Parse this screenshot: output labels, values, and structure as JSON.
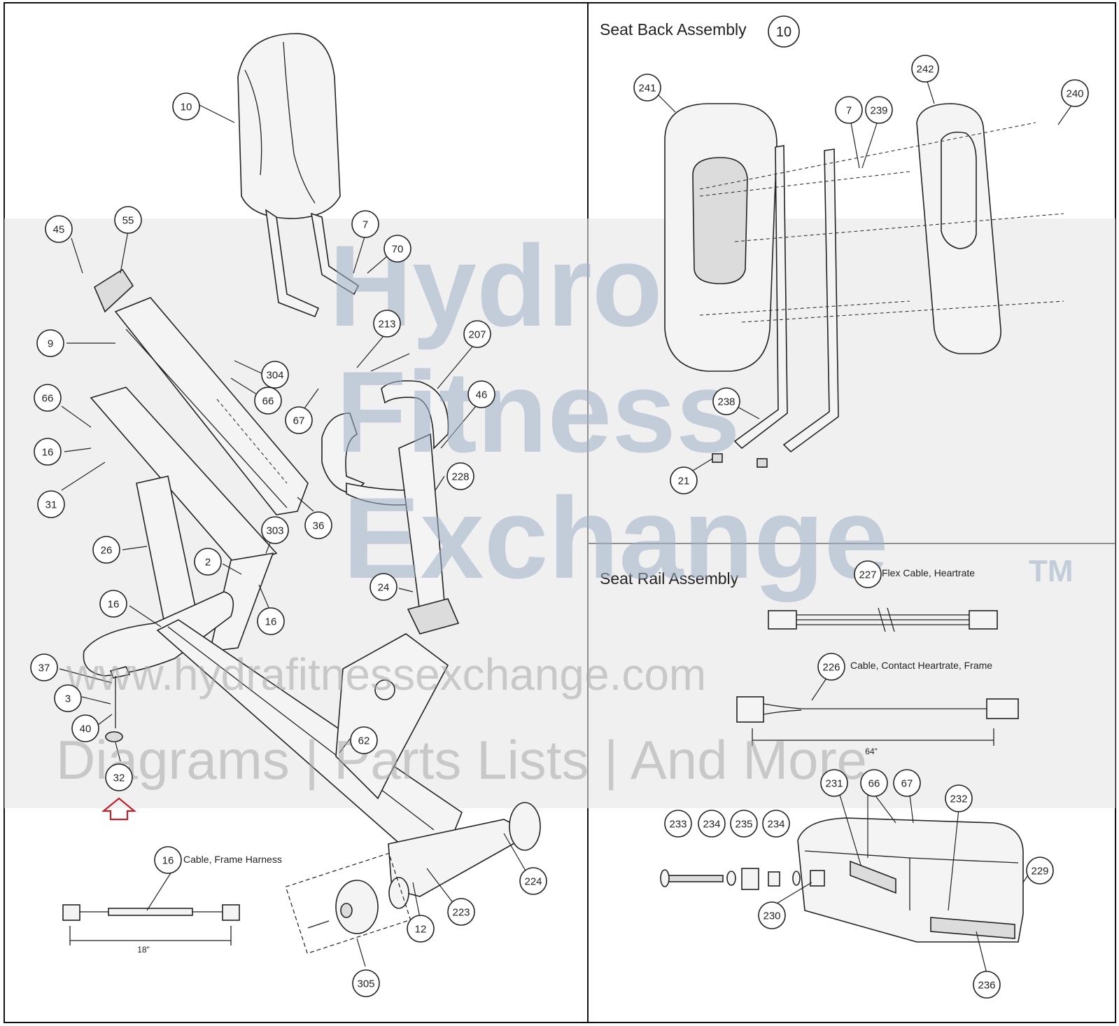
{
  "sections": {
    "seat_back": {
      "title": "Seat Back Assembly",
      "number": "10"
    },
    "seat_rail": {
      "title": "Seat Rail Assembly"
    }
  },
  "captions": {
    "c305": "Cable, Frame Harness",
    "c227": "Flex Cable, Heartrate",
    "c226": "Cable, Contact Heartrate, Frame"
  },
  "dimensions": {
    "d18": "18\"",
    "d64": "64\""
  },
  "watermark": {
    "line1": "Hydro",
    "line2": "Fitness",
    "line3": "Exchange",
    "tm": "TM",
    "url": "www.hydrafitnessexchange.com",
    "tagline": "Diagrams | Parts Lists | And More"
  },
  "callouts": {
    "main": [
      "10",
      "45",
      "55",
      "7",
      "70",
      "9",
      "213",
      "207",
      "304",
      "66",
      "67",
      "66",
      "16",
      "31",
      "46",
      "36",
      "228",
      "303",
      "26",
      "2",
      "16",
      "16",
      "24",
      "37",
      "3",
      "40",
      "32",
      "62",
      "16",
      "305",
      "12",
      "223",
      "224",
      "16"
    ],
    "seat_back": [
      "241",
      "242",
      "7",
      "239",
      "240",
      "238",
      "21"
    ],
    "seat_rail": [
      "227",
      "226",
      "231",
      "66",
      "67",
      "232",
      "233",
      "234",
      "235",
      "234",
      "229",
      "230",
      "236"
    ]
  },
  "accent": {
    "arrow": "#c0202a",
    "watermark": "#9fb1c9",
    "panel_shade": "#e6e6e6"
  }
}
